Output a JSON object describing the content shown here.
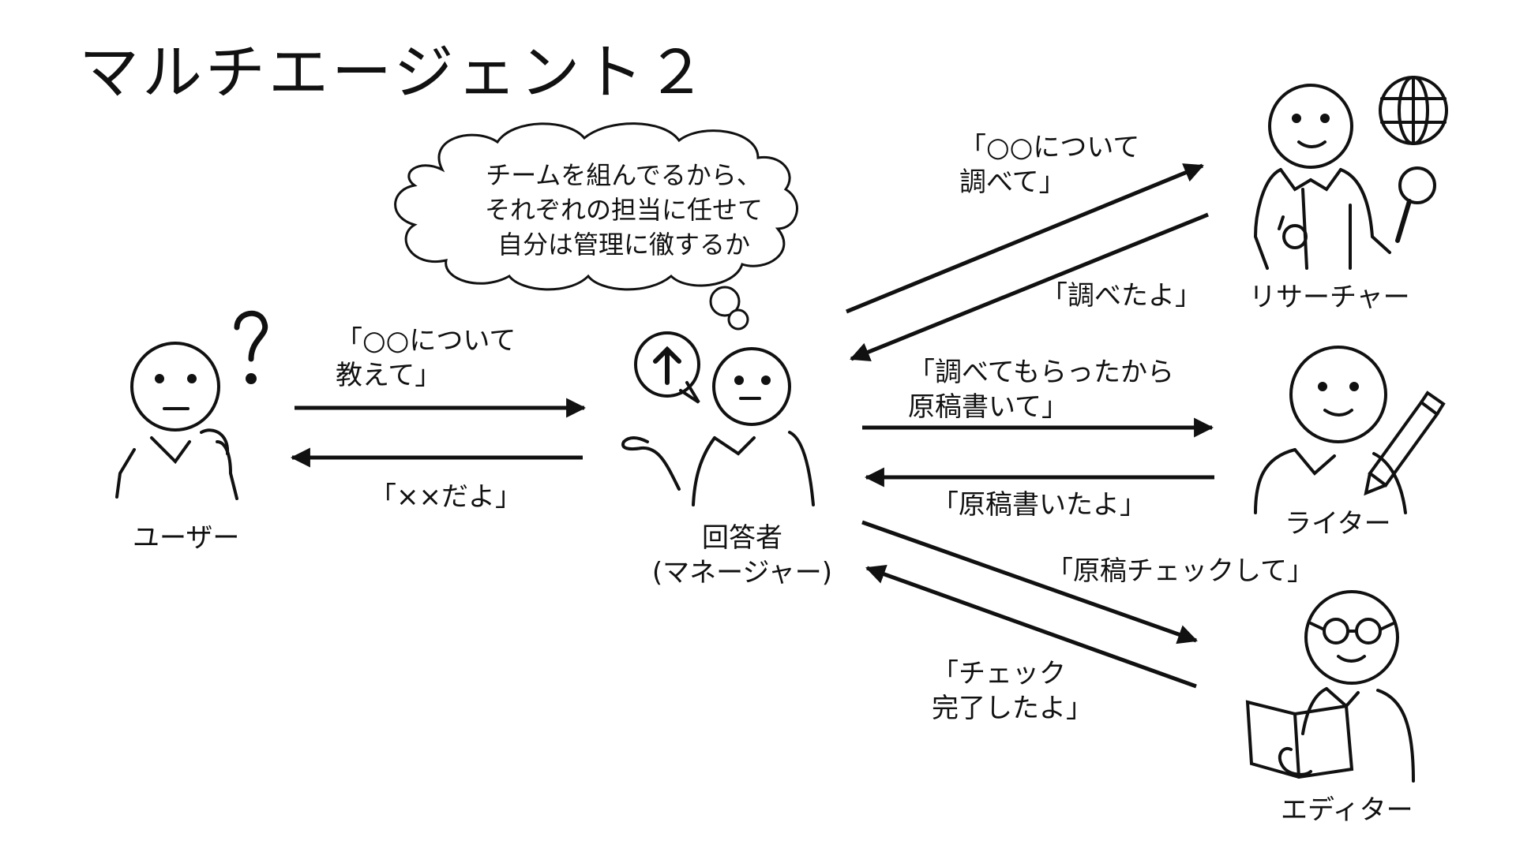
{
  "title": "マルチエージェント２",
  "actors": {
    "user": {
      "label": "ユーザー",
      "icon": "confused-person-icon"
    },
    "manager": {
      "label_line1": "回答者",
      "label_line2": "(マネージャー)",
      "icon": "manager-person-icon"
    },
    "researcher": {
      "label": "リサーチャー",
      "icon": "researcher-person-icon"
    },
    "writer": {
      "label": "ライター",
      "icon": "writer-person-icon"
    },
    "editor": {
      "label": "エディター",
      "icon": "editor-person-icon"
    }
  },
  "thought": {
    "line1": "チームを組んでるから、",
    "line2": "それぞれの担当に任せて",
    "line3": "自分は管理に徹するか"
  },
  "messages": {
    "user_to_manager": {
      "line1": "「○○について",
      "line2": "教えて」"
    },
    "manager_to_user": {
      "line1": "「××だよ」"
    },
    "manager_to_researcher": {
      "line1": "「○○について",
      "line2": "調べて」"
    },
    "researcher_to_manager": {
      "line1": "「調べたよ」"
    },
    "manager_to_writer": {
      "line1": "「調べてもらったから",
      "line2": "原稿書いて」"
    },
    "writer_to_manager": {
      "line1": "「原稿書いたよ」"
    },
    "manager_to_editor": {
      "line1": "「原稿チェックして」"
    },
    "editor_to_manager": {
      "line1": "「チェック",
      "line2": "完了したよ」"
    }
  }
}
